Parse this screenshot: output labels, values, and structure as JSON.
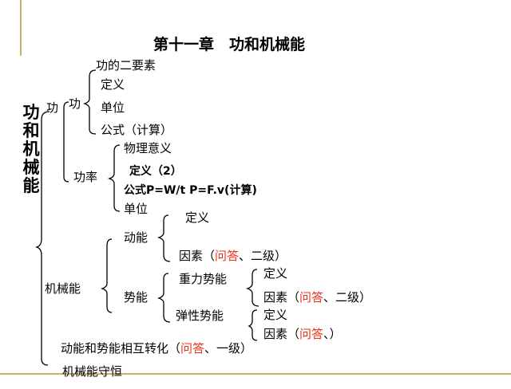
{
  "title": "第十一章　功和机械能",
  "root": {
    "chars": [
      "功",
      "和",
      "机",
      "械",
      "能"
    ]
  },
  "work": {
    "label": "功",
    "sub": {
      "label": "功",
      "items": [
        "功的二要素",
        "定义",
        "单位",
        "公式（计算）"
      ]
    },
    "power": {
      "label": "功率",
      "items": [
        "物理意义",
        "定义（2）",
        "公式P=W/t   P=F.v(计算)",
        "单位"
      ]
    }
  },
  "mech": {
    "label": "机械能",
    "kinetic": {
      "label": "动能",
      "def": "定义",
      "factor": {
        "pre": "因素（",
        "red": "问答",
        "post": "、二级）"
      }
    },
    "potential": {
      "label": "势能",
      "gravity": {
        "label": "重力势能",
        "def": "定义",
        "factor": {
          "pre": "因素（",
          "red": "问答",
          "post": "、二级）"
        }
      },
      "elastic": {
        "label": "弹性势能",
        "def": "定义",
        "factor": {
          "pre": "因素（",
          "red": "问答",
          "post": "、）"
        }
      }
    }
  },
  "conversion": {
    "pre": "动能和势能相互转化（",
    "red": "问答",
    "post": "、一级）"
  },
  "conservation": "机械能守恒",
  "colors": {
    "accent_red": "#e8321a",
    "rule": "#c9b063"
  }
}
